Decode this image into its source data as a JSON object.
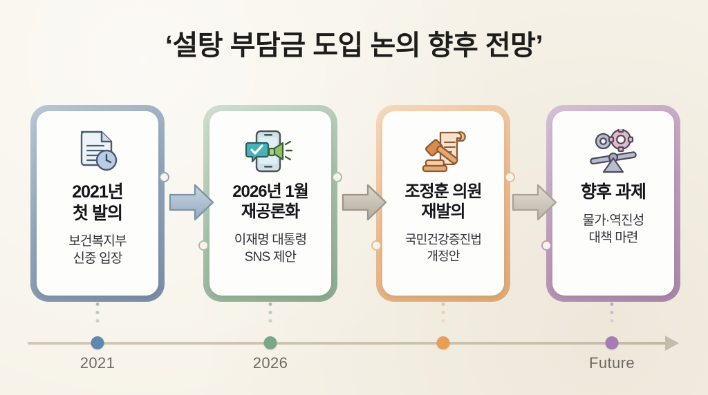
{
  "page": {
    "title": "‘설탕 부담금 도입 논의 향후 전망’",
    "background_color": "#f7f3e9",
    "title_color": "#1d1d1b"
  },
  "cards": [
    {
      "id": "card-1",
      "heading": "2021년\n첫 발의",
      "subtitle": "보건복지부\n신중 입장",
      "accent_color": "#8ea2b8",
      "icon": "document-clock-icon"
    },
    {
      "id": "card-2",
      "heading": "2026년 1월\n재공론화",
      "subtitle": "이재명 대통령\nSNS 제안",
      "accent_color": "#a3bfa6",
      "icon": "smartphone-megaphone-icon"
    },
    {
      "id": "card-3",
      "heading": "조정훈 의원\n재발의",
      "subtitle": "국민건강증진법\n개정안",
      "accent_color": "#e9b98e",
      "icon": "gavel-scroll-icon"
    },
    {
      "id": "card-4",
      "heading": "향후 과제",
      "subtitle": "물가·역진성\n대책 마련",
      "accent_color": "#bb9ab9",
      "icon": "seesaw-gears-icon"
    }
  ],
  "arrows": [
    {
      "id": "arrow-1",
      "color": "#9fb2c4"
    },
    {
      "id": "arrow-2",
      "color": "#b9b3a8"
    },
    {
      "id": "arrow-3",
      "color": "#c6c0b4"
    }
  ],
  "timeline": {
    "line_color": "#c6bfae",
    "points": [
      {
        "label": "2021",
        "color": "#5f87b0",
        "dot_color": "#9aa8b4"
      },
      {
        "label": "2026",
        "color": "#79a888",
        "dot_color": "#a9bfae"
      },
      {
        "label": "",
        "color": "#e79f55",
        "dot_color": "#e8c39b"
      },
      {
        "label": "Future",
        "color": "#a87bb5",
        "dot_color": "#c4a8ca"
      }
    ]
  }
}
